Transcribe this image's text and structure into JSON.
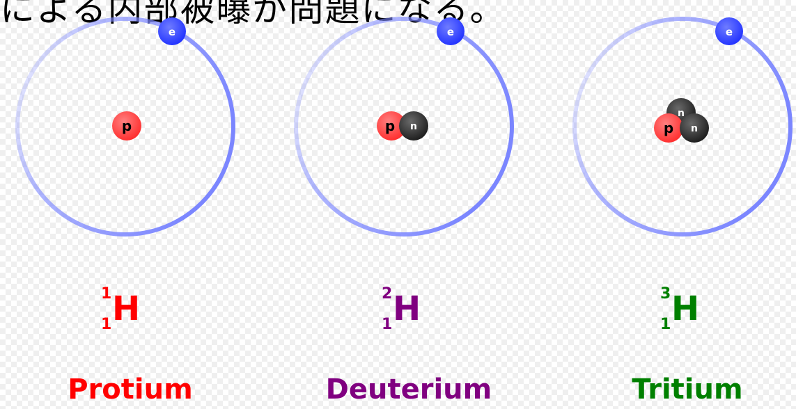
{
  "caption": "による内部被曝が問題になる。",
  "atoms": [
    {
      "name": "Protium",
      "mass_number": "1",
      "atomic_number": "1",
      "symbol": "H",
      "color": "#ff0000",
      "particles": {
        "proton": "p",
        "neutron": "",
        "electron": "e"
      }
    },
    {
      "name": "Deuterium",
      "mass_number": "2",
      "atomic_number": "1",
      "symbol": "H",
      "color": "#800080",
      "particles": {
        "proton": "p",
        "neutron": "n",
        "electron": "e"
      }
    },
    {
      "name": "Tritium",
      "mass_number": "3",
      "atomic_number": "1",
      "symbol": "H",
      "color": "#008000",
      "particles": {
        "proton": "p",
        "neutron": "n",
        "electron": "e"
      }
    }
  ],
  "colors": {
    "orbit": "#7b86ff",
    "electron": "#2b3cff",
    "proton": "#ff3333",
    "neutron": "#222222"
  }
}
